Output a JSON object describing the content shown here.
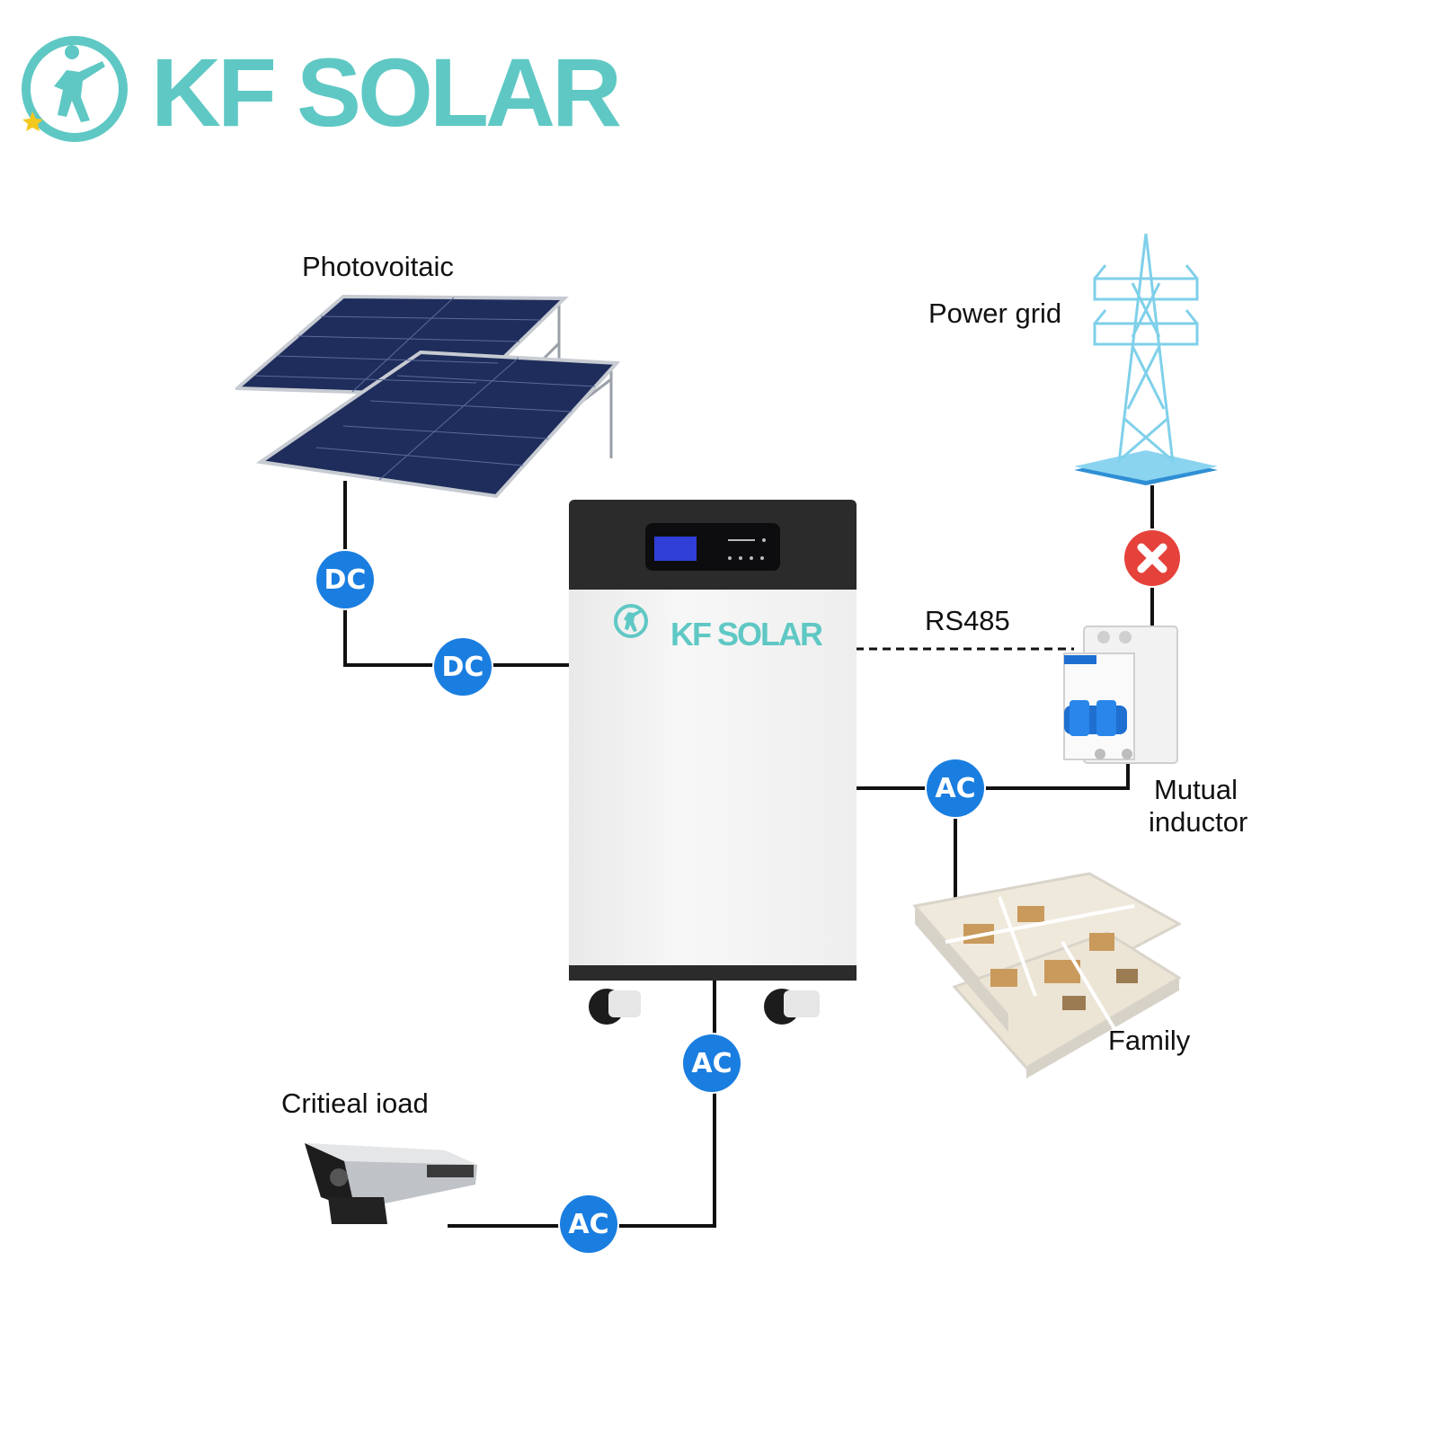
{
  "brand": {
    "name": "KF SOLAR",
    "color": "#5fc8c4"
  },
  "inverter": {
    "brand": "KF SOLAR"
  },
  "labels": {
    "photovoltaic": "Photovoitaic",
    "power_grid": "Power grid",
    "rs485": "RS485",
    "mutual_inductor_line1": "Mutual",
    "mutual_inductor_line2": "inductor",
    "family": "Family",
    "critical_load": "Critieal ioad"
  },
  "badges": {
    "dc_vertical": "DC",
    "dc_horizontal": "DC",
    "ac_grid": "AC",
    "ac_bottom": "AC",
    "ac_critical": "AC"
  },
  "colors": {
    "badge": "#1a7ee0",
    "line": "#111111",
    "grid_tower": "#7fd0ea",
    "cross": "#e5423b",
    "panel": "#1f2d5c",
    "inverter_top": "#2b2b2b",
    "inverter_body": "#f0f0f0"
  }
}
